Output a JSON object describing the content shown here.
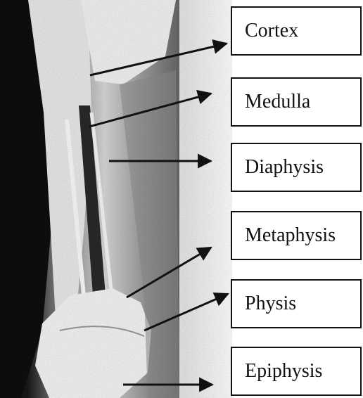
{
  "diagram": {
    "labels": [
      {
        "id": "cortex",
        "text": "Cortex"
      },
      {
        "id": "medulla",
        "text": "Medulla"
      },
      {
        "id": "diaphysis",
        "text": "Diaphysis"
      },
      {
        "id": "metaphysis",
        "text": "Metaphysis"
      },
      {
        "id": "physis",
        "text": "Physis"
      },
      {
        "id": "epiphysis",
        "text": "Epiphysis"
      }
    ]
  }
}
